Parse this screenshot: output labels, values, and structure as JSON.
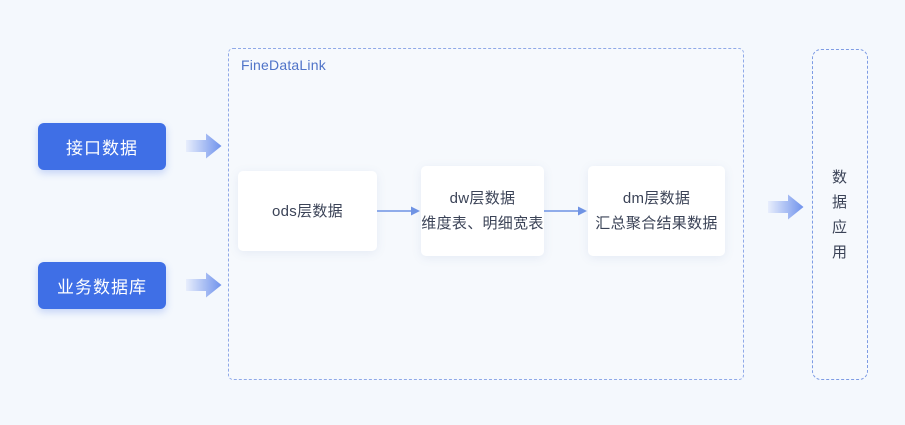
{
  "diagram": {
    "background_color": "#f4f8fd",
    "accent_color": "#3f6fe6",
    "dashed_border_color": "#8fa9e8",
    "sources": [
      {
        "label": "接口数据",
        "arrow_icon": "block-arrow-right-icon"
      },
      {
        "label": "业务数据库",
        "arrow_icon": "block-arrow-right-icon"
      }
    ],
    "platform": {
      "title": "FineDataLink",
      "title_color": "#4f73c8",
      "cards": [
        {
          "id": "ods",
          "lines": [
            "ods层数据"
          ]
        },
        {
          "id": "dw",
          "lines": [
            "dw层数据",
            "维度表、明细宽表"
          ]
        },
        {
          "id": "dm",
          "lines": [
            "dm层数据",
            "汇总聚合结果数据"
          ]
        }
      ],
      "connectors": [
        {
          "from": "ods",
          "to": "dw",
          "icon": "arrow-right-icon"
        },
        {
          "from": "dw",
          "to": "dm",
          "icon": "arrow-right-icon"
        }
      ]
    },
    "output": {
      "arrow_icon": "block-arrow-right-icon",
      "characters": [
        "数",
        "据",
        "应",
        "用"
      ],
      "label": "数据应用"
    }
  }
}
